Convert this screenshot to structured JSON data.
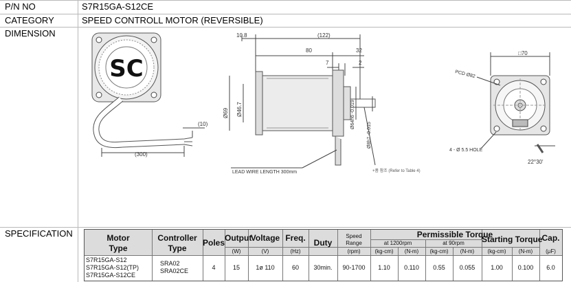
{
  "rows": {
    "pn": {
      "label": "P/N NO",
      "value": "S7R15GA-S12CE"
    },
    "category": {
      "label": "CATEGORY",
      "value": "SPEED CONTROLL MOTOR (REVERSIBLE)"
    },
    "dimension": {
      "label": "DIMENSION"
    },
    "specification": {
      "label": "SPECIFICATION"
    }
  },
  "drawing": {
    "logo_text": "SC",
    "dims": {
      "d108": "10.8",
      "d122": "(122)",
      "d80": "80",
      "d32": "32",
      "d7": "7",
      "d2": "2",
      "d10": "(10)",
      "d300": "(300)",
      "d70": "□70",
      "phi89": "Ø69",
      "phi467": "Ø46.7",
      "phi64": "Ø64h6 -0.019",
      "phi8": "Ø8h7 -0.015",
      "pcd": "PCD Ø82",
      "hole": "4 - Ø 5.5 HOLE",
      "angle": "22°30'",
      "lead": "LEAD WIRE LENGTH 300mm",
      "ref": "+품 참조 (Refer to Table 4)"
    }
  },
  "spec": {
    "headers": {
      "motor": "Motor",
      "motor2": "Type",
      "controller": "Controller",
      "controller2": "Type",
      "poles": "Poles",
      "output": "Output",
      "output_u": "(W)",
      "voltage": "Voltage",
      "voltage_u": "(V)",
      "freq": "Freq.",
      "freq_u": "(Hz)",
      "duty": "Duty",
      "speed": "Speed",
      "speed2": "Range",
      "speed_u": "(rpm)",
      "ptorque": "Permissible Torque",
      "at1200": "at 1200rpm",
      "at90": "at 90rpm",
      "kgcm1": "(kg-cm)",
      "nm1": "(N-m)",
      "kgcm2": "(kg-cm)",
      "nm2": "(N-m)",
      "storque": "Starting Torque",
      "kgcm3": "(kg-cm)",
      "nm3": "(N-m)",
      "cap": "Cap.",
      "cap_u": "(μF)"
    },
    "row": {
      "motor_types": [
        "S7R15GA-S12",
        "S7R15GA-S12(TP)",
        "S7R15GA-S12CE"
      ],
      "controller_types": [
        "SRA02",
        "SRA02CE"
      ],
      "poles": "4",
      "output": "15",
      "voltage": "1ø 110",
      "freq": "60",
      "duty": "30min.",
      "speed": "90-1700",
      "t1200_kgcm": "1.10",
      "t1200_nm": "0.110",
      "t90_kgcm": "0.55",
      "t90_nm": "0.055",
      "start_kgcm": "1.00",
      "start_nm": "0.100",
      "cap": "6.0"
    }
  }
}
